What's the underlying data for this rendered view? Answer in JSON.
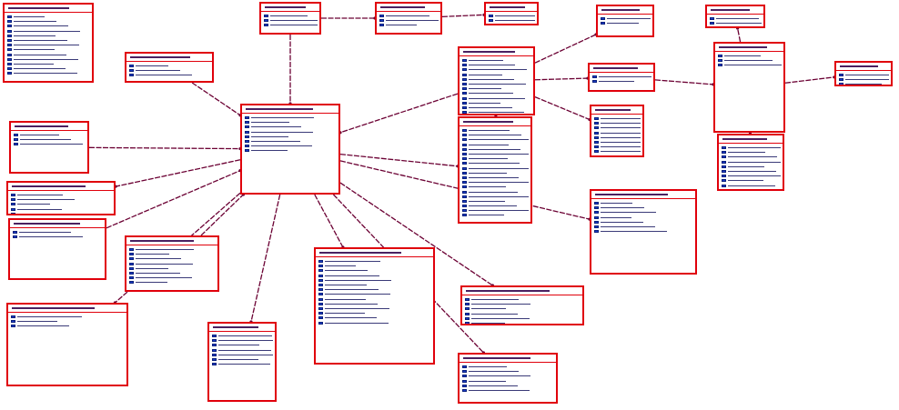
{
  "diagram": {
    "palette": {
      "entity_border": "#e0000b",
      "relationship_line": "#6b0033",
      "attribute_icon": "#1a3cc9",
      "background": "#ffffff"
    },
    "entities": [
      {
        "id": "e1",
        "title": "",
        "attributes": [
          "",
          "",
          "",
          "",
          "",
          "",
          "",
          "",
          "",
          "",
          "",
          "",
          ""
        ]
      },
      {
        "id": "e2",
        "title": "",
        "attributes": [
          "",
          "",
          ""
        ]
      },
      {
        "id": "e3",
        "title": "",
        "attributes": [
          "",
          "",
          ""
        ]
      },
      {
        "id": "e4",
        "title": "",
        "attributes": [
          "",
          ""
        ]
      },
      {
        "id": "e5",
        "title": "",
        "attributes": [
          "",
          ""
        ]
      },
      {
        "id": "e6",
        "title": "",
        "attributes": [
          "",
          "",
          "",
          "",
          "",
          "",
          "",
          ""
        ]
      },
      {
        "id": "e7",
        "title": "",
        "attributes": [
          "",
          "",
          ""
        ]
      },
      {
        "id": "e8",
        "title": "",
        "attributes": [
          "",
          "",
          ""
        ]
      },
      {
        "id": "e9",
        "title": "",
        "attributes": [
          "",
          "",
          "",
          "",
          "",
          "",
          ""
        ]
      },
      {
        "id": "e10",
        "title": "",
        "attributes": [
          "",
          ""
        ]
      },
      {
        "id": "e11",
        "title": "",
        "attributes": [
          "",
          "",
          "",
          "",
          "",
          "",
          "",
          ""
        ]
      },
      {
        "id": "e12",
        "title": "",
        "attributes": [
          "",
          "",
          ""
        ]
      },
      {
        "id": "e13",
        "title": "",
        "attributes": [
          "",
          "",
          "",
          "",
          "",
          "",
          "",
          "",
          "",
          "",
          "",
          "",
          "",
          "",
          ""
        ]
      },
      {
        "id": "e14",
        "title": "",
        "attributes": [
          "",
          "",
          "",
          "",
          "",
          "",
          "",
          "",
          "",
          "",
          "",
          "",
          "",
          "",
          "",
          "",
          "",
          "",
          ""
        ]
      },
      {
        "id": "e15",
        "title": "",
        "attributes": [
          "",
          "",
          "",
          "",
          "",
          ""
        ]
      },
      {
        "id": "e16",
        "title": "",
        "attributes": [
          "",
          "",
          "",
          "",
          "",
          "",
          ""
        ]
      },
      {
        "id": "e17",
        "title": "",
        "attributes": [
          "",
          ""
        ]
      },
      {
        "id": "e18",
        "title": "",
        "attributes": [
          "",
          "",
          "",
          "",
          "",
          "",
          "",
          ""
        ]
      },
      {
        "id": "e19",
        "title": "",
        "attributes": [
          "",
          "",
          ""
        ]
      },
      {
        "id": "e20",
        "title": "",
        "attributes": [
          "",
          "",
          "",
          "",
          "",
          "",
          "",
          ""
        ]
      },
      {
        "id": "e21",
        "title": "",
        "attributes": [
          "",
          "",
          "",
          "",
          "",
          "",
          "",
          "",
          "",
          "",
          "",
          "",
          "",
          "",
          ""
        ]
      },
      {
        "id": "e22",
        "title": "",
        "attributes": [
          "",
          "",
          "",
          "",
          "",
          "",
          "",
          "",
          "",
          "",
          "",
          "",
          "",
          ""
        ]
      },
      {
        "id": "e23",
        "title": "",
        "attributes": [
          "",
          "",
          "",
          "",
          "",
          "",
          "",
          "",
          "",
          "",
          "",
          ""
        ]
      },
      {
        "id": "e24",
        "title": "",
        "attributes": [
          "",
          "",
          "",
          "",
          "",
          "",
          ""
        ]
      },
      {
        "id": "e25",
        "title": "",
        "attributes": [
          "",
          "",
          "",
          "",
          "",
          ""
        ]
      },
      {
        "id": "e26",
        "title": "",
        "attributes": [
          "",
          "",
          "",
          "",
          "",
          "",
          "",
          "",
          "",
          "",
          "",
          ""
        ]
      }
    ],
    "relationships": [
      [
        "e7",
        "e6"
      ],
      [
        "e8",
        "e6"
      ],
      [
        "e10",
        "e6"
      ],
      [
        "e11",
        "e6"
      ],
      [
        "e2",
        "e6"
      ],
      [
        "e2",
        "e3"
      ],
      [
        "e3",
        "e4"
      ],
      [
        "e13",
        "e6"
      ],
      [
        "e13",
        "e5"
      ],
      [
        "e13",
        "e18"
      ],
      [
        "e13",
        "e17"
      ],
      [
        "e13",
        "e14"
      ],
      [
        "e17",
        "e19"
      ],
      [
        "e19",
        "e20"
      ],
      [
        "e19",
        "e23"
      ],
      [
        "e19",
        "e21"
      ],
      [
        "e6",
        "e14"
      ],
      [
        "e6",
        "e22"
      ],
      [
        "e6",
        "e9"
      ],
      [
        "e6",
        "e15"
      ],
      [
        "e6",
        "e26"
      ],
      [
        "e6",
        "e24"
      ],
      [
        "e6",
        "e12"
      ],
      [
        "e6",
        "e16"
      ],
      [
        "e6",
        "e25"
      ]
    ]
  }
}
